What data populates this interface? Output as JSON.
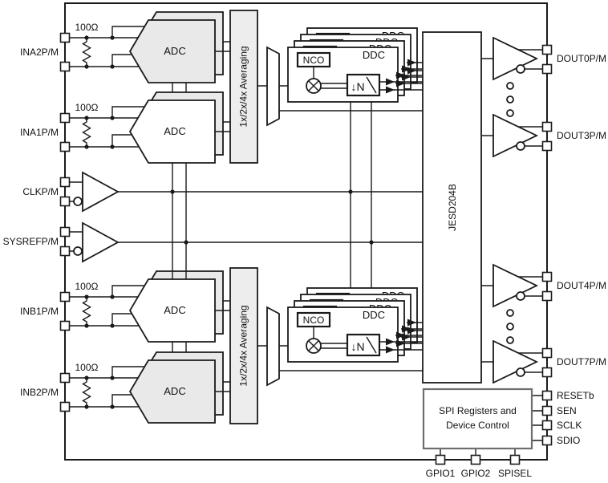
{
  "left_pins": [
    "INA2P/M",
    "INA1P/M",
    "CLKP/M",
    "SYSREFP/M",
    "INB1P/M",
    "INB2P/M"
  ],
  "dout_labels": [
    "DOUT0P/M",
    "DOUT3P/M",
    "DOUT4P/M",
    "DOUT7P/M"
  ],
  "spi_pins": [
    "RESETb",
    "SEN",
    "SCLK",
    "SDIO"
  ],
  "bottom_pins": [
    "GPIO1",
    "GPIO2",
    "SPISEL"
  ],
  "labels": {
    "resistor_value": "100Ω",
    "adc": "ADC",
    "averaging": "1x/2x/4x Averaging",
    "ddc": "DDC",
    "nco": "NCO",
    "decimation": "↓N",
    "jesd": "JESD204B",
    "spi_block_line1": "SPI Registers and",
    "spi_block_line2": "Device Control"
  },
  "colors": {
    "line": "#1a1a1a",
    "averaging_fill": "#ededed",
    "shaded_fill": "#e9e9e9",
    "spi_border": "#6e6e6e",
    "background": "#ffffff"
  }
}
